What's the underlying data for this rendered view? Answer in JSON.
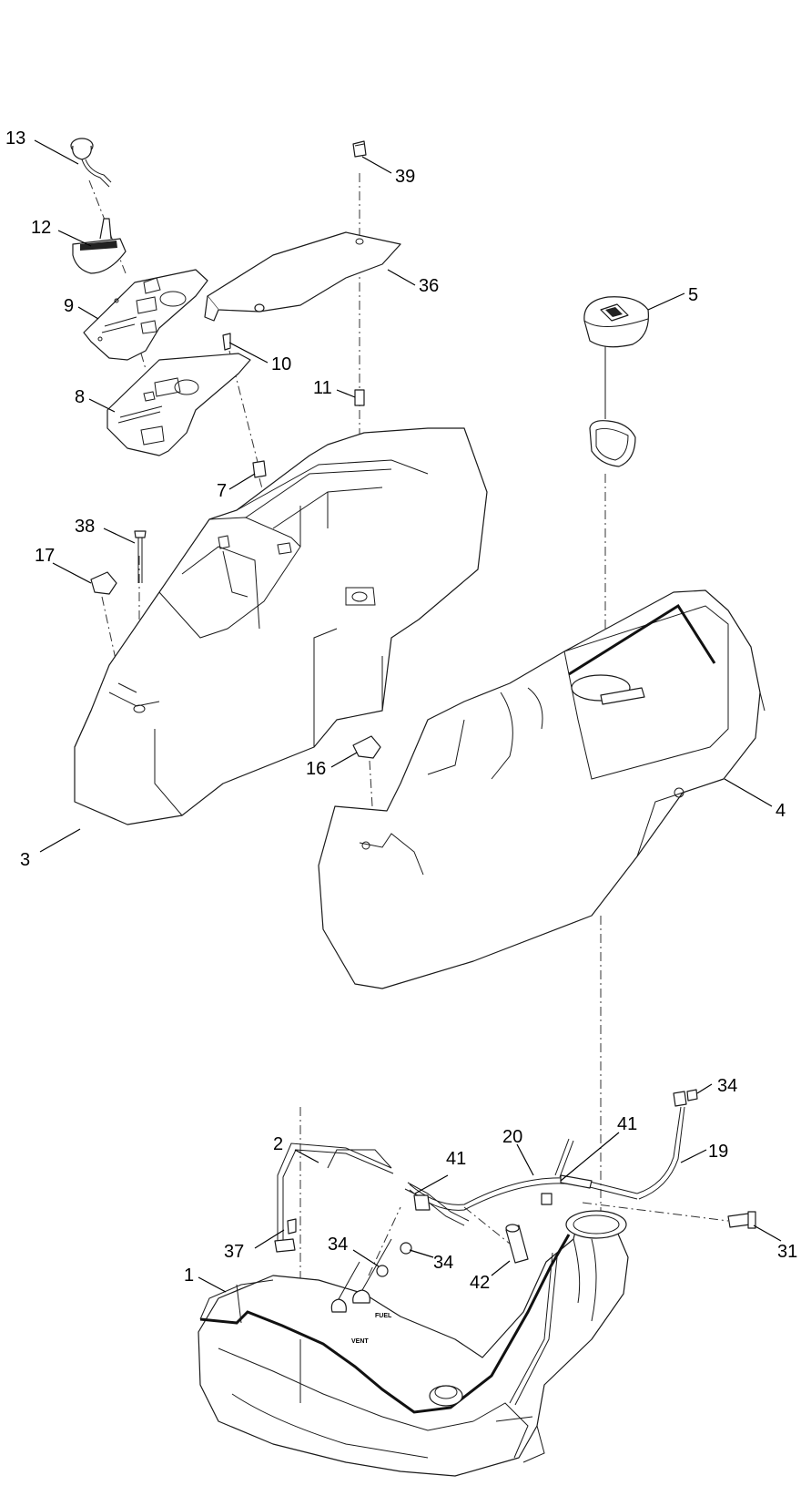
{
  "callouts": [
    {
      "id": "c13",
      "label": "13"
    },
    {
      "id": "c39",
      "label": "39"
    },
    {
      "id": "c12",
      "label": "12"
    },
    {
      "id": "c36",
      "label": "36"
    },
    {
      "id": "c5",
      "label": "5"
    },
    {
      "id": "c9",
      "label": "9"
    },
    {
      "id": "c10",
      "label": "10"
    },
    {
      "id": "c11",
      "label": "11"
    },
    {
      "id": "c8",
      "label": "8"
    },
    {
      "id": "c7",
      "label": "7"
    },
    {
      "id": "c38",
      "label": "38"
    },
    {
      "id": "c17",
      "label": "17"
    },
    {
      "id": "c16",
      "label": "16"
    },
    {
      "id": "c4",
      "label": "4"
    },
    {
      "id": "c3",
      "label": "3"
    },
    {
      "id": "c34a",
      "label": "34"
    },
    {
      "id": "c41a",
      "label": "41"
    },
    {
      "id": "c20",
      "label": "20"
    },
    {
      "id": "c2",
      "label": "2"
    },
    {
      "id": "c19",
      "label": "19"
    },
    {
      "id": "c41b",
      "label": "41"
    },
    {
      "id": "c37",
      "label": "37"
    },
    {
      "id": "c34b",
      "label": "34"
    },
    {
      "id": "c34c",
      "label": "34"
    },
    {
      "id": "c31",
      "label": "31"
    },
    {
      "id": "c42",
      "label": "42"
    },
    {
      "id": "c1",
      "label": "1"
    }
  ],
  "tank_labels": {
    "fuel": "FUEL",
    "vent": "VENT"
  }
}
